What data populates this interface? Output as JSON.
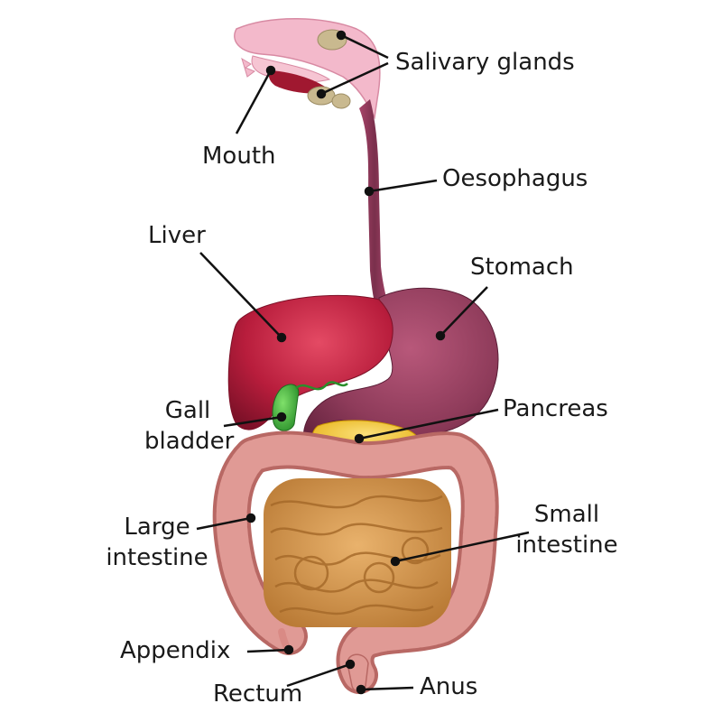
{
  "diagram": {
    "labels": {
      "salivary_glands": "Salivary glands",
      "mouth": "Mouth",
      "oesophagus": "Oesophagus",
      "liver": "Liver",
      "stomach": "Stomach",
      "gall_bladder": [
        "Gall",
        "bladder"
      ],
      "pancreas": "Pancreas",
      "large_intestine": [
        "Large",
        "intestine"
      ],
      "small_intestine": [
        "Small",
        "intestine"
      ],
      "appendix": "Appendix",
      "rectum": "Rectum",
      "anus": "Anus"
    },
    "colors": {
      "salivary_gland": "#c9b98f",
      "mouth": "#f0b3c6",
      "oesophagus": "#8e3b5a",
      "liver": "#b81d3c",
      "stomach": "#8e3b5a",
      "gall_bladder": "#3db33a",
      "pancreas": "#f2c21c",
      "large_intestine": "#d98a85",
      "small_intestine": "#d99a50",
      "leader_line": "#111111"
    }
  }
}
